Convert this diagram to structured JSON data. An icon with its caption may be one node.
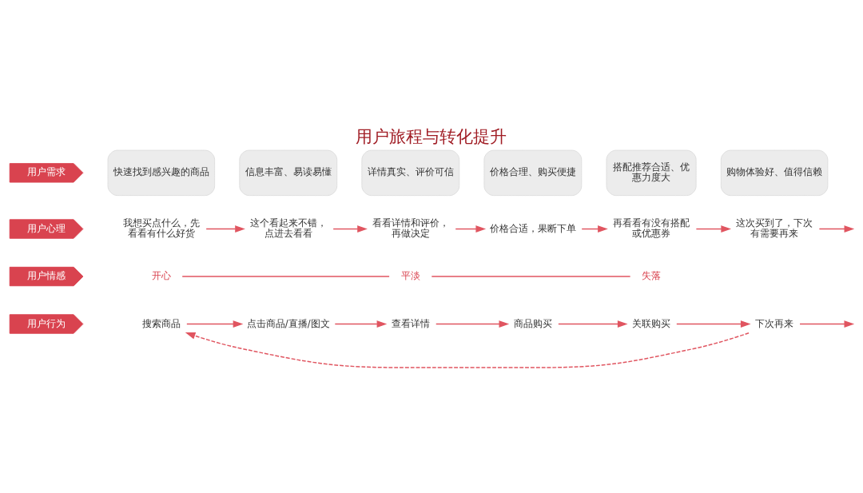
{
  "diagram": {
    "title": "用户旅程与转化提升",
    "nodes": [
      {
        "text": [
          "用户行为"
        ]
      },
      {
        "text": [
          "用户情感"
        ]
      },
      {
        "text": [
          "用户心理"
        ]
      },
      {
        "text": [
          "用户需求"
        ]
      },
      {
        "text": [
          "搜索商品"
        ]
      },
      {
        "text": [
          "点击商品/直播/图文"
        ]
      },
      {
        "text": [
          "查看详情"
        ]
      },
      {
        "text": [
          "商品购买"
        ]
      },
      {
        "text": [
          "关联购买"
        ]
      },
      {
        "text": [
          "下次再来"
        ]
      },
      {
        "text": [
          "开心"
        ]
      },
      {
        "text": [
          "平淡"
        ]
      },
      {
        "text": [
          "失落"
        ]
      },
      {
        "text": [
          "我想买点什么，先看看有什么好货"
        ]
      },
      {
        "text": [
          "这个看起来不错，点进去看看"
        ]
      },
      {
        "text": [
          "看看详情和评价，再做决定"
        ]
      },
      {
        "text": [
          "价格合适，果断下单"
        ]
      },
      {
        "text": [
          "再看看有没有搭配或优惠券"
        ]
      },
      {
        "text": [
          "这次买到了，下次有需要再来"
        ]
      },
      {
        "text": [
          "快速找到感兴趣的商品"
        ]
      },
      {
        "text": [
          "信息丰富、易读易懂"
        ]
      },
      {
        "text": [
          "详情真实、评价可信"
        ]
      },
      {
        "text": [
          "价格合理、购买便捷"
        ]
      },
      {
        "text": [
          "搭配推荐合适、优惠力度大"
        ]
      },
      {
        "text": [
          "购物体验好、值得信赖"
        ]
      }
    ],
    "edges": [
      {
        "from": 4,
        "to": 5,
        "arrow": "to"
      },
      {
        "from": 5,
        "to": 6,
        "arrow": "to"
      },
      {
        "from": 6,
        "to": 7,
        "arrow": "to"
      },
      {
        "from": 7,
        "to": 8,
        "arrow": "to"
      },
      {
        "from": 8,
        "to": 9,
        "arrow": "to"
      },
      {
        "from": 9,
        "to": null,
        "arrow": "to"
      },
      {
        "from": 9,
        "to": 4,
        "arrow": "to",
        "style": "dashed"
      },
      {
        "from": 10,
        "to": 11,
        "arrow": "none"
      },
      {
        "from": 11,
        "to": 12,
        "arrow": "none"
      },
      {
        "from": 13,
        "to": 14,
        "arrow": "to"
      },
      {
        "from": 14,
        "to": 15,
        "arrow": "to"
      },
      {
        "from": 15,
        "to": 16,
        "arrow": "to"
      },
      {
        "from": 16,
        "to": 17,
        "arrow": "to"
      },
      {
        "from": 17,
        "to": 18,
        "arrow": "to"
      },
      {
        "from": 18,
        "to": null,
        "arrow": "to"
      }
    ]
  }
}
